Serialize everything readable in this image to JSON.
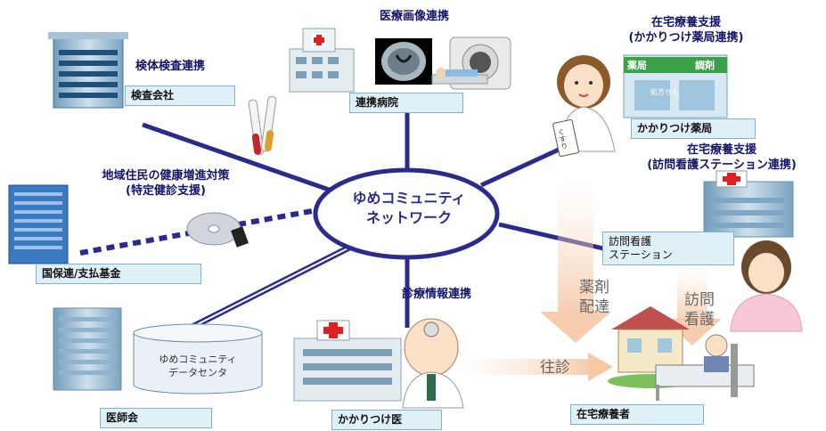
{
  "hub": {
    "line1": "ゆめコミュニティ",
    "line2": "ネットワーク"
  },
  "captions": {
    "specimen": "検体検査連携",
    "imaging": "医療画像連携",
    "pharmacy_line1": "在宅療養支援",
    "pharmacy_line2": "(かかりつけ薬局連携)",
    "nursing_line1": "在宅療養支援",
    "nursing_line2": "(訪問看護ステーション連携)",
    "health_line1": "地域住民の健康増進対策",
    "health_line2": "(特定健診支援)",
    "clinical": "診療情報連携"
  },
  "boxes": {
    "lab": "検査会社",
    "hospital": "連携病院",
    "pharmacy": "かかりつけ薬局",
    "insurance": "国保連/支払基金",
    "nursing_line1": "訪問看護",
    "nursing_line2": "ステーション",
    "doctors_assoc": "医師会",
    "family_doctor": "かかりつけ医",
    "home_patient": "在宅療養者"
  },
  "datacenter": {
    "line1": "ゆめコミュニティ",
    "line2": "データセンタ"
  },
  "signs": {
    "pharmacy_sign": "薬局",
    "pharmacy_sign2": "調剤",
    "prescription": "処方せん",
    "medicine_bag": "くすり"
  },
  "flows": {
    "delivery_line1": "薬剤",
    "delivery_line2": "配達",
    "visit_line1": "訪問",
    "visit_line2": "看護",
    "house_call": "往診"
  },
  "colors": {
    "line": "#2b2b8c",
    "label_bg": "#dff0f7",
    "label_border": "#7fb4cc",
    "building_blue": "#5f8fb0",
    "building_light": "#dfeaf2",
    "red_cross": "#e02020",
    "caption": "#14146a"
  }
}
